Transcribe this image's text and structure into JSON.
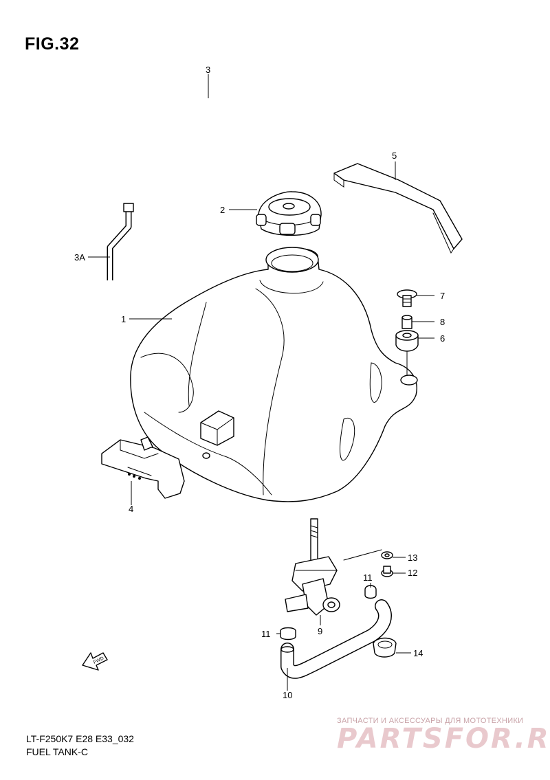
{
  "figure": {
    "title": "FIG.32"
  },
  "footer": {
    "model": "LT-F250K7 E28 E33_032",
    "name": "FUEL TANK-C"
  },
  "watermark": {
    "subtitle": "ЗАПЧАСТИ И АКСЕССУАРЫ ДЛЯ МОТОТЕХНИКИ",
    "logo": "PARTSFOR.RU"
  },
  "direction_arrow": {
    "label": "FWD"
  },
  "callouts": {
    "tank": "1",
    "cap": "2",
    "breather_hose": "3",
    "breather_hose_a": "3A",
    "holder": "4",
    "band": "5",
    "cushion": "6",
    "bolt_7": "7",
    "collar": "8",
    "fuel_cock": "9",
    "fuel_hose": "10",
    "clamp_upper": "11",
    "clamp_lower": "11",
    "bolt_12": "12",
    "washer": "13",
    "clamp_14": "14"
  }
}
